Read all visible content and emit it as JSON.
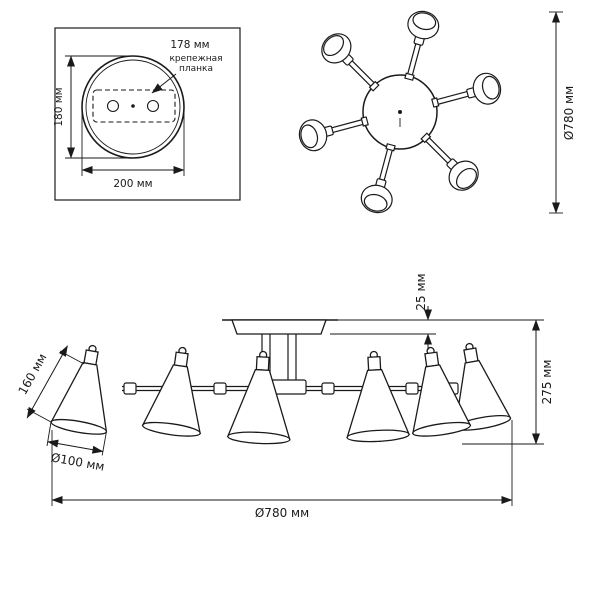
{
  "drawing": {
    "mount_detail": {
      "plate_width": "178 мм",
      "plate_label_line1": "крепежная",
      "plate_label_line2": "планка",
      "height": "180 мм",
      "width": "200 мм"
    },
    "top_view": {
      "diameter": "Ø780 мм"
    },
    "side_view": {
      "canopy_height": "25 мм",
      "total_height": "275 мм",
      "shade_height": "160 мм",
      "shade_diameter": "Ø100 мм",
      "overall_width": "Ø780 мм"
    },
    "colors": {
      "ink": "#1a1a1a",
      "background": "#ffffff"
    }
  }
}
